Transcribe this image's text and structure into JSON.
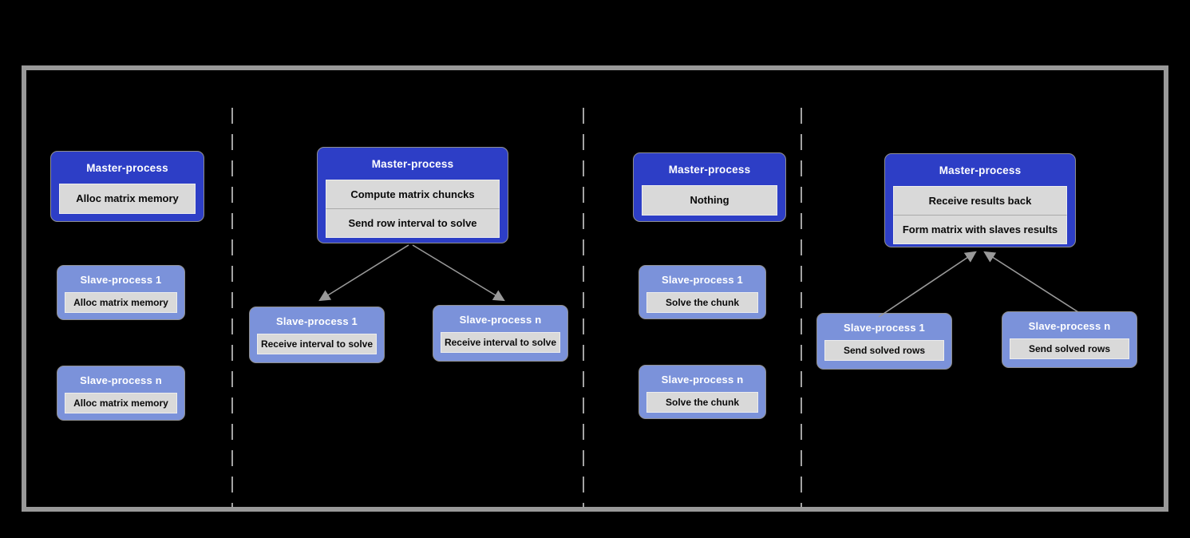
{
  "diagram": {
    "type": "process-phase-diagram",
    "phase_count": 4,
    "colors": {
      "background": "#000000",
      "frame_border": "#999999",
      "divider_dash": "#a3a3a3",
      "master_fill": "#2d3ec6",
      "slave_fill": "#7b92da",
      "task_fill": "#d9d9d9",
      "title_text": "#ffffff",
      "task_text": "#0a0a0a",
      "arrow": "#999999"
    }
  },
  "phases": [
    {
      "master": {
        "title": "Master-process",
        "tasks": [
          "Alloc matrix memory"
        ]
      },
      "slaves": [
        {
          "title": "Slave-process 1",
          "tasks": [
            "Alloc matrix memory"
          ]
        },
        {
          "title": "Slave-process n",
          "tasks": [
            "Alloc matrix memory"
          ]
        }
      ],
      "arrows": "none"
    },
    {
      "master": {
        "title": "Master-process",
        "tasks": [
          "Compute matrix chuncks",
          "Send row interval to solve"
        ]
      },
      "slaves": [
        {
          "title": "Slave-process 1",
          "tasks": [
            "Receive interval to solve"
          ]
        },
        {
          "title": "Slave-process n",
          "tasks": [
            "Receive interval to solve"
          ]
        }
      ],
      "arrows": "master-to-slaves"
    },
    {
      "master": {
        "title": "Master-process",
        "tasks": [
          "Nothing"
        ]
      },
      "slaves": [
        {
          "title": "Slave-process 1",
          "tasks": [
            "Solve the chunk"
          ]
        },
        {
          "title": "Slave-process n",
          "tasks": [
            "Solve the chunk"
          ]
        }
      ],
      "arrows": "none"
    },
    {
      "master": {
        "title": "Master-process",
        "tasks": [
          "Receive results back",
          "Form matrix with slaves results"
        ]
      },
      "slaves": [
        {
          "title": "Slave-process 1",
          "tasks": [
            "Send solved rows"
          ]
        },
        {
          "title": "Slave-process n",
          "tasks": [
            "Send solved rows"
          ]
        }
      ],
      "arrows": "slaves-to-master"
    }
  ]
}
